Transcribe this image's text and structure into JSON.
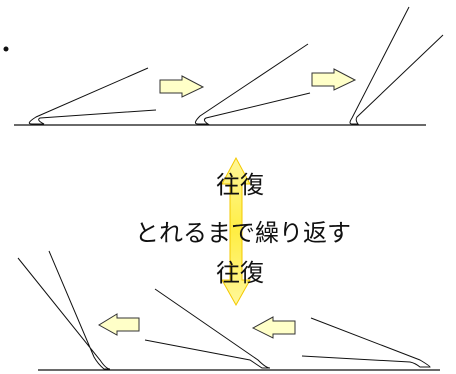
{
  "diagram": {
    "labels": {
      "top": "往復",
      "middle": "とれるまで繰り返す",
      "bottom": "往復"
    },
    "colors": {
      "line": "#111111",
      "arrow_fill": "#ffffc8",
      "arrow_stroke": "#333333",
      "center_arrow": "#ffee44",
      "center_arrow_dark": "#f3c800"
    }
  }
}
